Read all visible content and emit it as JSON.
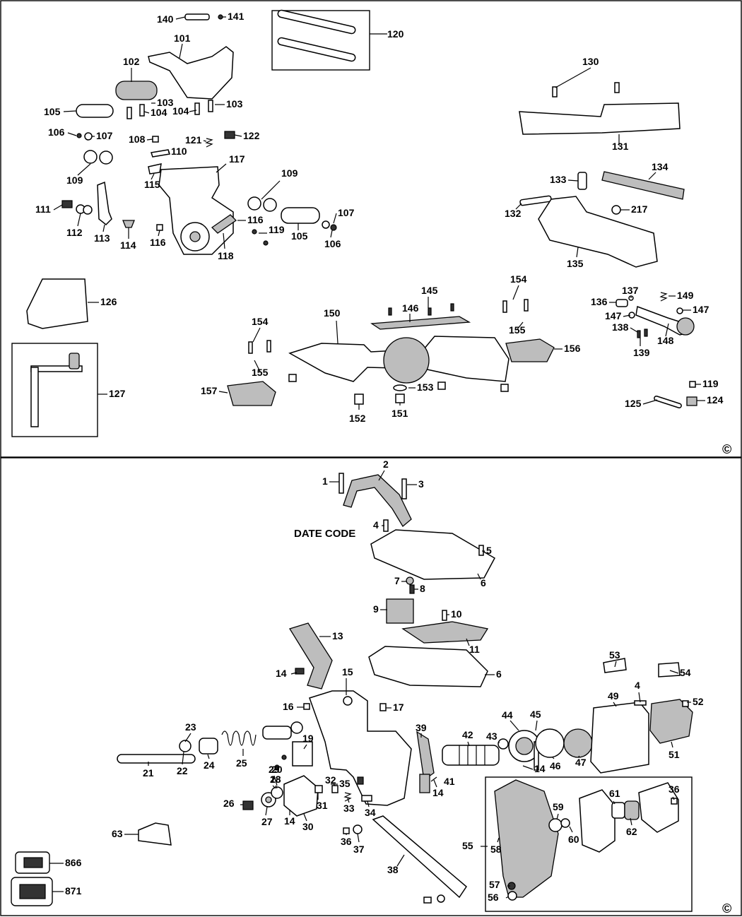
{
  "copyright_mark": "©",
  "date_code_label": "DATE CODE",
  "top_labels": [
    "140",
    "141",
    "120",
    "101",
    "102",
    "103",
    "103",
    "104",
    "104",
    "105",
    "106",
    "107",
    "108",
    "110",
    "121",
    "122",
    "109",
    "115",
    "117",
    "109",
    "130",
    "131",
    "133",
    "134",
    "132",
    "217",
    "111",
    "112",
    "113",
    "114",
    "116",
    "116",
    "119",
    "105",
    "107",
    "106",
    "118",
    "135",
    "126",
    "154",
    "145",
    "146",
    "137",
    "149",
    "136",
    "147",
    "147",
    "138",
    "139",
    "148",
    "150",
    "154",
    "155",
    "155",
    "156",
    "157",
    "153",
    "151",
    "152",
    "127",
    "119",
    "125",
    "124"
  ],
  "bottom_labels": [
    "1",
    "2",
    "3",
    "4",
    "5",
    "6",
    "7",
    "8",
    "9",
    "10",
    "11",
    "6",
    "13",
    "14",
    "15",
    "16",
    "17",
    "53",
    "54",
    "4",
    "52",
    "49",
    "23",
    "21",
    "22",
    "24",
    "25",
    "19",
    "20",
    "18",
    "39",
    "42",
    "44",
    "45",
    "43",
    "46",
    "47",
    "51",
    "41",
    "14",
    "14",
    "32",
    "35",
    "31",
    "33",
    "34",
    "26",
    "27",
    "28",
    "29",
    "30",
    "14",
    "36",
    "37",
    "38",
    "63",
    "55",
    "58",
    "59",
    "60",
    "61",
    "62",
    "36",
    "57",
    "56",
    "866",
    "871"
  ]
}
